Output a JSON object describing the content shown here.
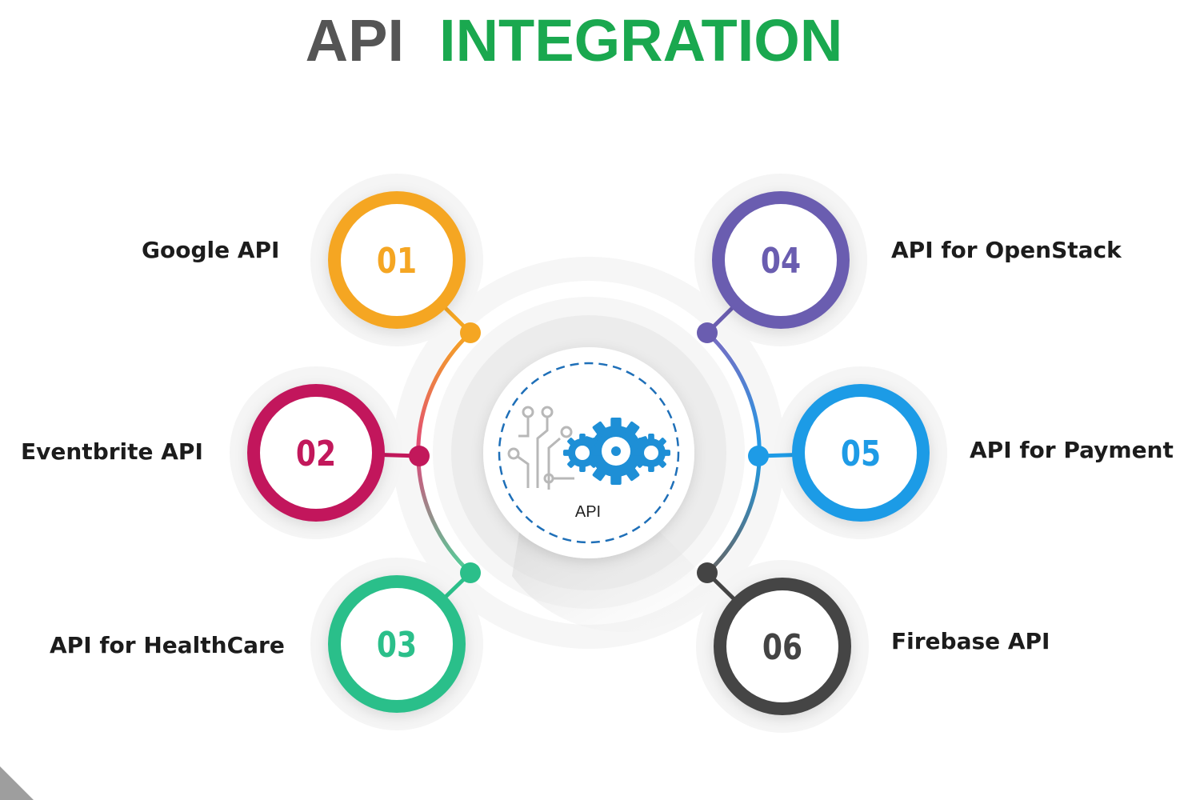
{
  "title": {
    "part1": "API",
    "part2": "INTEGRATION",
    "part1_color": "#555555",
    "part2_color": "#1aa84f"
  },
  "center": {
    "label": "API",
    "icon": "gears-circuit-icon",
    "gear_color": "#1e8fd6"
  },
  "items": [
    {
      "number": "01",
      "label": "Google API",
      "color": "#f5a623",
      "side": "left"
    },
    {
      "number": "02",
      "label": "Eventbrite API",
      "color": "#c2185b",
      "side": "left"
    },
    {
      "number": "03",
      "label": "API for HealthCare",
      "color": "#2bbf8a",
      "side": "left"
    },
    {
      "number": "04",
      "label": "API for OpenStack",
      "color": "#6a5db0",
      "side": "right"
    },
    {
      "number": "05",
      "label": "API for Payment",
      "color": "#1e9be6",
      "side": "right"
    },
    {
      "number": "06",
      "label": "Firebase API",
      "color": "#444444",
      "side": "right"
    }
  ]
}
